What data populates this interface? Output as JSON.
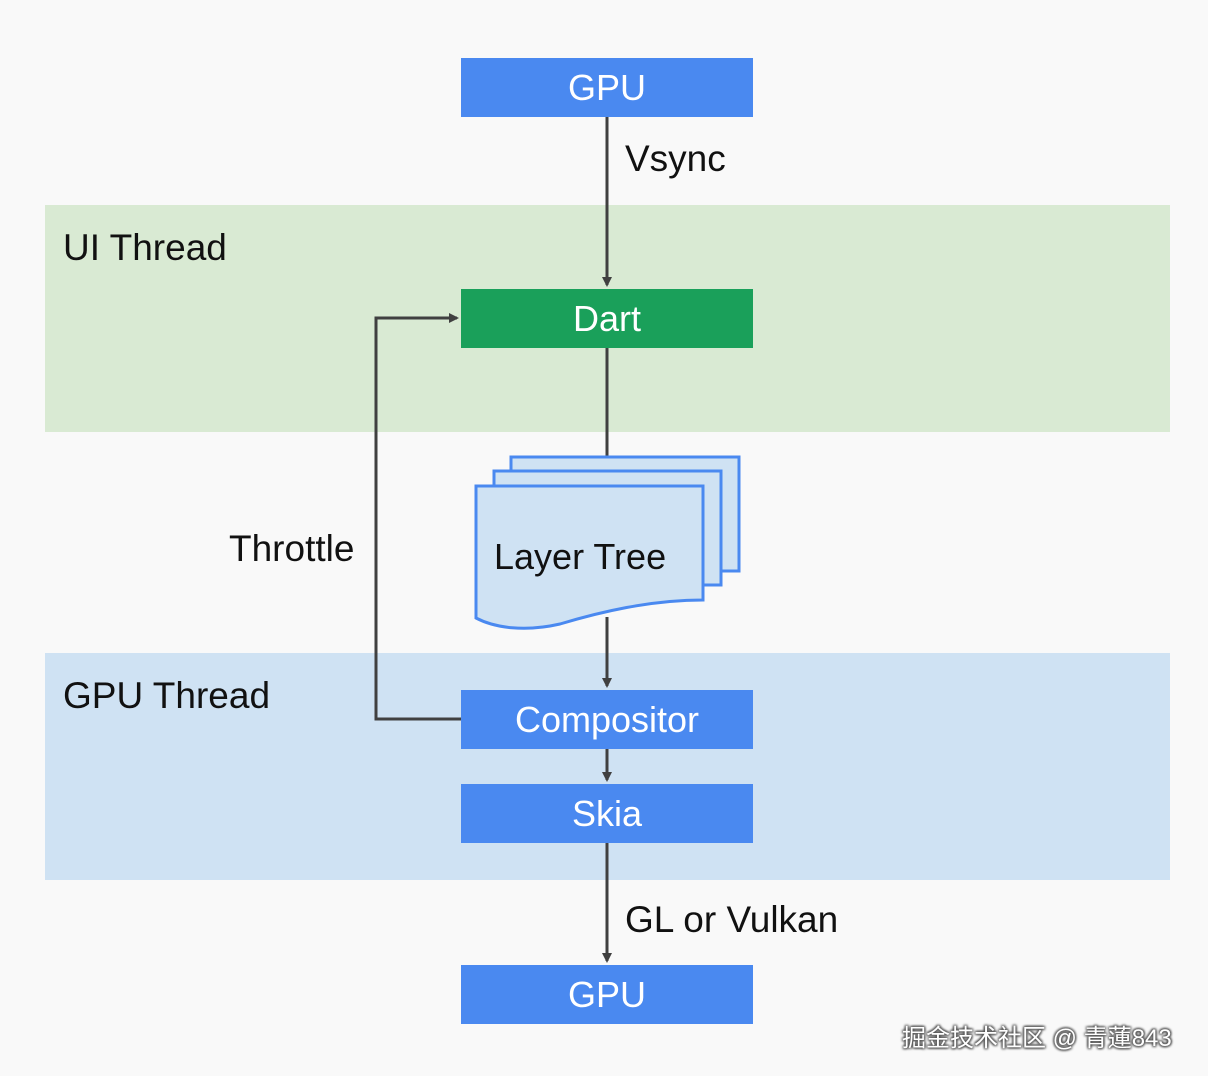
{
  "bands": {
    "ui_thread": "UI Thread",
    "gpu_thread": "GPU Thread"
  },
  "nodes": {
    "gpu_top": "GPU",
    "dart": "Dart",
    "layer_tree": "Layer Tree",
    "compositor": "Compositor",
    "skia": "Skia",
    "gpu_bottom": "GPU"
  },
  "edges": {
    "vsync": "Vsync",
    "throttle": "Throttle",
    "gl_or_vulkan": "GL or Vulkan"
  },
  "watermark": "掘金技术社区 @ 青蓮843",
  "colors": {
    "ui_band": "#d9ead3",
    "gpu_band": "#cfe2f3",
    "blue_box": "#4a89f0",
    "green_box": "#1aa05a",
    "document_fill": "#cfe2f3",
    "document_stroke": "#4a89f0",
    "arrow": "#404040"
  }
}
